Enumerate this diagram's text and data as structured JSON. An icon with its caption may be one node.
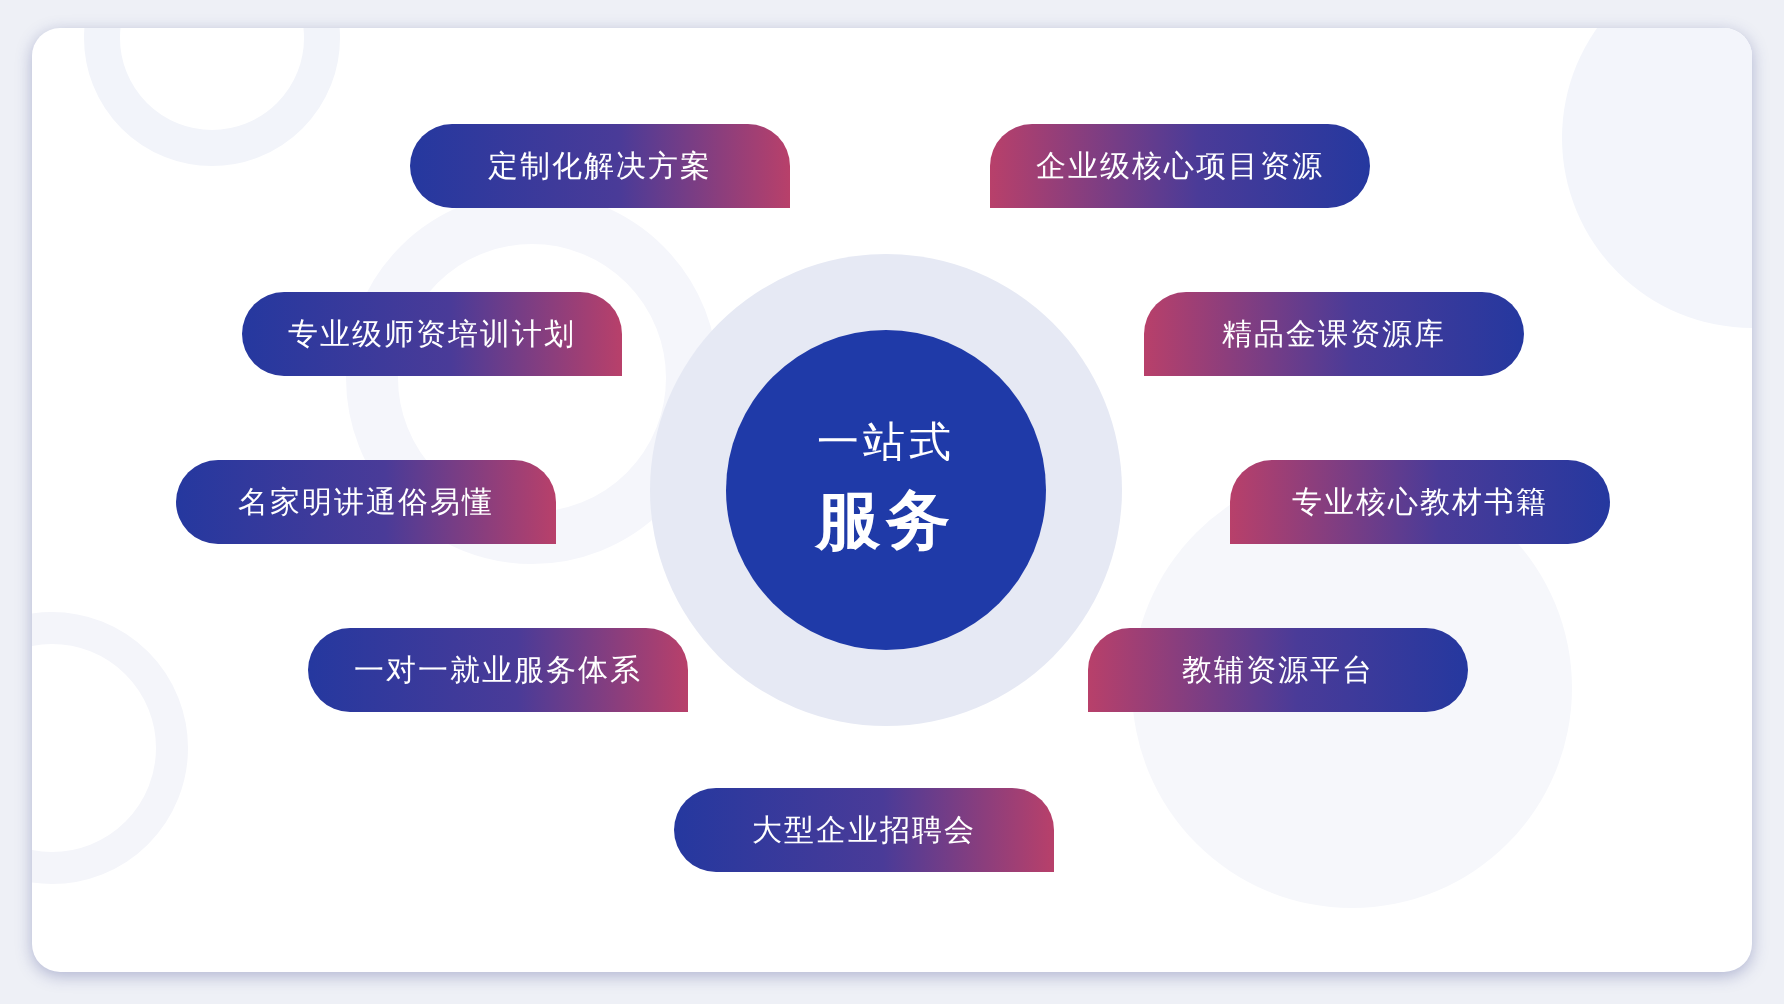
{
  "diagram": {
    "nodes": [
      {
        "text": [
          "一站式",
          "服务"
        ]
      },
      {
        "text": [
          "定制化解决方案"
        ]
      },
      {
        "text": [
          "企业级核心项目资源"
        ]
      },
      {
        "text": [
          "专业级师资培训计划"
        ]
      },
      {
        "text": [
          "精品金课资源库"
        ]
      },
      {
        "text": [
          "名家明讲通俗易懂"
        ]
      },
      {
        "text": [
          "专业核心教材书籍"
        ]
      },
      {
        "text": [
          "一对一就业服务体系"
        ]
      },
      {
        "text": [
          "教辅资源平台"
        ]
      },
      {
        "text": [
          "大型企业招聘会"
        ]
      }
    ]
  }
}
